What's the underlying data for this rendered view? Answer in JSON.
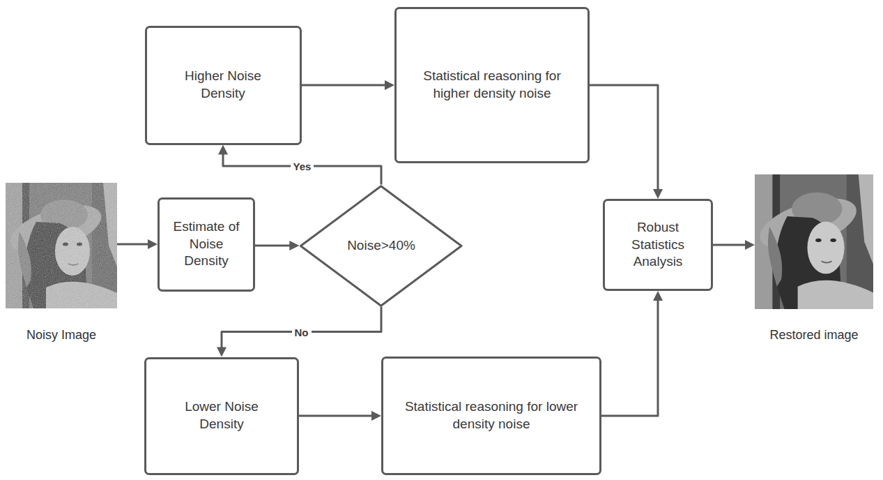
{
  "diagram": {
    "nodes": [
      {
        "text": [
          "Noisy Image"
        ]
      },
      {
        "text": [
          "Estimate of Noise Density"
        ]
      },
      {
        "text": [
          "Noise>40%"
        ]
      },
      {
        "text": [
          "Higher Noise Density"
        ]
      },
      {
        "text": [
          "Statistical reasoning for higher density noise"
        ]
      },
      {
        "text": [
          "Lower Noise Density"
        ]
      },
      {
        "text": [
          "Statistical reasoning for lower density noise"
        ]
      },
      {
        "text": [
          "Robust Statistics Analysis"
        ]
      },
      {
        "text": [
          "Restored image"
        ]
      }
    ],
    "edges": [
      {
        "from": 0,
        "to": 1,
        "arrow": "to"
      },
      {
        "from": 1,
        "to": 2,
        "arrow": "to"
      },
      {
        "from": 2,
        "to": 3,
        "label": "Yes",
        "arrow": "to"
      },
      {
        "from": 2,
        "to": 5,
        "label": "No",
        "arrow": "to"
      },
      {
        "from": 3,
        "to": 4,
        "arrow": "to"
      },
      {
        "from": 5,
        "to": 6,
        "arrow": "to"
      },
      {
        "from": 4,
        "to": 7,
        "arrow": "to"
      },
      {
        "from": 6,
        "to": 7,
        "arrow": "to"
      },
      {
        "from": 7,
        "to": 8,
        "arrow": "to"
      }
    ]
  }
}
